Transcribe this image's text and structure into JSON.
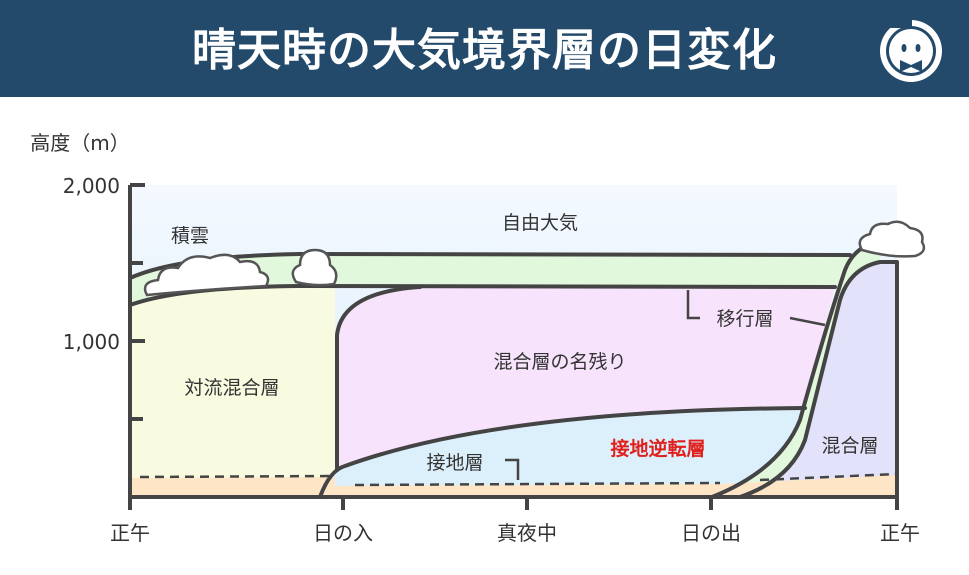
{
  "header": {
    "title": "晴天時の大気境界層の日変化",
    "logo_icon": "mascot-logo-icon"
  },
  "axis": {
    "y_label": "高度（m）",
    "y_ticks": [
      "2,000",
      "1,000"
    ],
    "x_ticks": [
      "正午",
      "日の入",
      "真夜中",
      "日の出",
      "正午"
    ]
  },
  "layers": {
    "cumulus": "積雲",
    "free_atmosphere": "自由大気",
    "transition_layer": "移行層",
    "residual_layer": "混合層の名残り",
    "convective_mixed_layer": "対流混合層",
    "surface_inversion": "接地逆転層",
    "surface_layer": "接地層",
    "mixed_layer": "混合層"
  },
  "colors": {
    "header": "#234a6b",
    "inversion_label": "#e0201c"
  }
}
